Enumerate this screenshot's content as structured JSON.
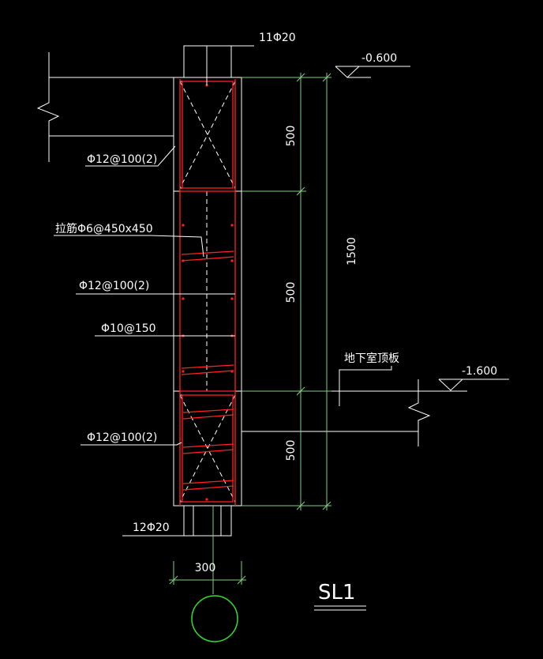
{
  "colors": {
    "background": "#000000",
    "line": "#ffffff",
    "rebar": "#ff2020",
    "dimension": "#7fd07f",
    "axis_circle": "#33dd33"
  },
  "labels": {
    "top_bars": "11Φ20",
    "bottom_bars": "12Φ20",
    "stirrup_top": "Φ12@100(2)",
    "tie_bars": "拉筋Φ6@450x450",
    "stirrup_mid": "Φ12@100(2)",
    "distribution_bars": "Φ10@150",
    "stirrup_bottom": "Φ12@100(2)",
    "basement_roof": "地下室顶板",
    "section_name": "SL1"
  },
  "elevations": {
    "top": "-0.600",
    "roof_slab": "-1.600"
  },
  "dimensions": {
    "seg_top": "500",
    "seg_mid": "500",
    "seg_bottom": "500",
    "total_height": "1500",
    "width": "300"
  }
}
